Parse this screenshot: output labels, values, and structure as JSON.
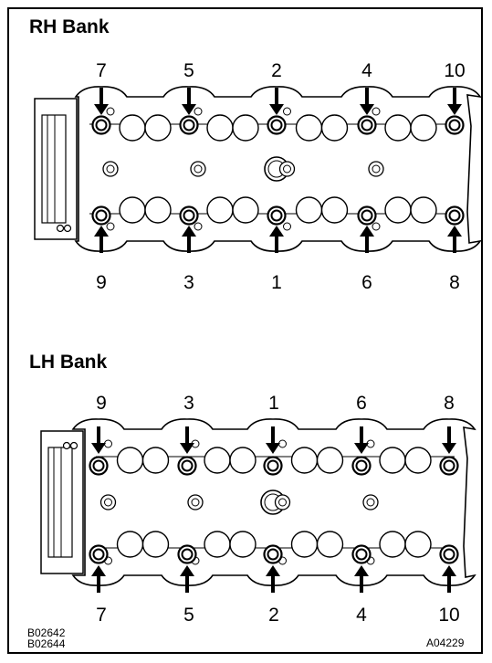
{
  "rh_bank": {
    "title": "RH Bank",
    "top_labels": [
      "7",
      "5",
      "2",
      "4",
      "10"
    ],
    "bottom_labels": [
      "9",
      "3",
      "1",
      "6",
      "8"
    ]
  },
  "lh_bank": {
    "title": "LH Bank",
    "top_labels": [
      "9",
      "3",
      "1",
      "6",
      "8"
    ],
    "bottom_labels": [
      "7",
      "5",
      "2",
      "4",
      "10"
    ]
  },
  "footer": {
    "code_1": "B02642",
    "code_2": "B02644",
    "code_right": "A04229"
  },
  "colors": {
    "line": "#000000",
    "background": "#ffffff"
  }
}
